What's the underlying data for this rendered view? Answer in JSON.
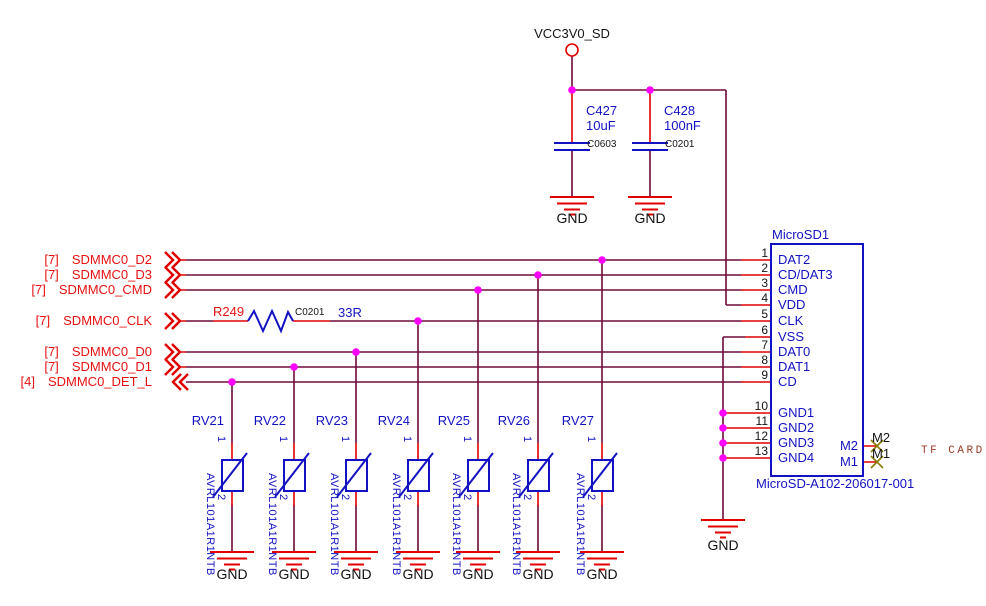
{
  "power": {
    "net_label": "VCC3V0_SD"
  },
  "capacitors": [
    {
      "ref": "C427",
      "value": "10uF",
      "package": "C0603",
      "gnd": "GND"
    },
    {
      "ref": "C428",
      "value": "100nF",
      "package": "C0201",
      "gnd": "GND"
    }
  ],
  "signals": [
    {
      "bus": "[7]",
      "name": "SDMMC0_D2",
      "direction": "right"
    },
    {
      "bus": "[7]",
      "name": "SDMMC0_D3",
      "direction": "right"
    },
    {
      "bus": "[7]",
      "name": "SDMMC0_CMD",
      "direction": "right"
    },
    {
      "bus": "[7]",
      "name": "SDMMC0_CLK",
      "direction": "right"
    },
    {
      "bus": "[7]",
      "name": "SDMMC0_D0",
      "direction": "right"
    },
    {
      "bus": "[7]",
      "name": "SDMMC0_D1",
      "direction": "right"
    },
    {
      "bus": "[4]",
      "name": "SDMMC0_DET_L",
      "direction": "left"
    }
  ],
  "resistor": {
    "ref": "R249",
    "package": "C0201",
    "value": "33R"
  },
  "varistors": [
    {
      "ref": "RV21",
      "pin1": "1",
      "pin2": "2",
      "part": "AVRL101A1R1NTB",
      "gnd": "GND"
    },
    {
      "ref": "RV22",
      "pin1": "1",
      "pin2": "2",
      "part": "AVRL101A1R1NTB",
      "gnd": "GND"
    },
    {
      "ref": "RV23",
      "pin1": "1",
      "pin2": "2",
      "part": "AVRL101A1R1NTB",
      "gnd": "GND"
    },
    {
      "ref": "RV24",
      "pin1": "1",
      "pin2": "2",
      "part": "AVRL101A1R1NTB",
      "gnd": "GND"
    },
    {
      "ref": "RV25",
      "pin1": "1",
      "pin2": "2",
      "part": "AVRL101A1R1NTB",
      "gnd": "GND"
    },
    {
      "ref": "RV26",
      "pin1": "1",
      "pin2": "2",
      "part": "AVRL101A1R1NTB",
      "gnd": "GND"
    },
    {
      "ref": "RV27",
      "pin1": "1",
      "pin2": "2",
      "part": "AVRL101A1R1NTB",
      "gnd": "GND"
    }
  ],
  "connector": {
    "title": "MicroSD1",
    "part_number": "MicroSD-A102-206017-001",
    "gnd": "GND",
    "card_label": "TF CARD",
    "pins": [
      {
        "num": "1",
        "name": "DAT2"
      },
      {
        "num": "2",
        "name": "CD/DAT3"
      },
      {
        "num": "3",
        "name": "CMD"
      },
      {
        "num": "4",
        "name": "VDD"
      },
      {
        "num": "5",
        "name": "CLK"
      },
      {
        "num": "6",
        "name": "VSS"
      },
      {
        "num": "7",
        "name": "DAT0"
      },
      {
        "num": "8",
        "name": "DAT1"
      },
      {
        "num": "9",
        "name": "CD"
      },
      {
        "num": "10",
        "name": "GND1"
      },
      {
        "num": "11",
        "name": "GND2"
      },
      {
        "num": "12",
        "name": "GND3"
      },
      {
        "num": "13",
        "name": "GND4"
      }
    ],
    "mount_pins": [
      {
        "pin": "M2",
        "net": "M2"
      },
      {
        "pin": "M1",
        "net": "M1"
      }
    ]
  },
  "colors": {
    "wire": "#6e0a3a",
    "pin_wire": "#e00000",
    "junction": "#ff00ff",
    "component": "#1212c4",
    "net_text": "#e81111",
    "no_connect": "#8a7a00",
    "card_text": "#9c3b26"
  }
}
